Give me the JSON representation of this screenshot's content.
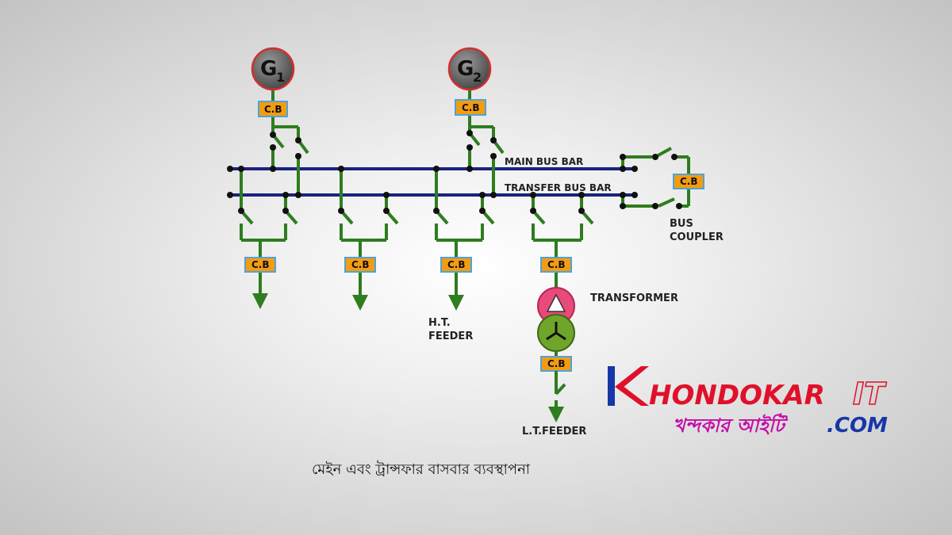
{
  "diagram": {
    "generators": [
      {
        "letter": "G",
        "index": "1"
      },
      {
        "letter": "G",
        "index": "2"
      }
    ],
    "breaker_label": "C.B",
    "main_bus_label": "MAIN BUS BAR",
    "transfer_bus_label": "TRANSFER BUS BAR",
    "bus_coupler_label": [
      "BUS",
      "COUPLER"
    ],
    "transformer_label": "TRANSFORMER",
    "ht_feeder_label": [
      "H.T.",
      "FEEDER"
    ],
    "lt_feeder_label": "L.T.FEEDER",
    "caption": "মেইন এবং ট্রান্সফার বাসবার ব্যবস্থাপনা"
  },
  "branding": {
    "logo_k": "K",
    "logo_text": "HONDOKAR",
    "logo_it": "IT",
    "logo_bangla": "খন্দকার আইটি",
    "logo_domain": ".COM"
  },
  "colors": {
    "wire": "#2e7d1e",
    "bus": "#1a237e",
    "breaker_fill": "#f39c12",
    "breaker_border": "#4fa3d9",
    "generator": "#6b6b6b",
    "generator_ring": "#d32f2f",
    "transformer_top": "#e84a7a",
    "transformer_bottom": "#6fa52a",
    "brand_red": "#e0102b",
    "brand_blue": "#1736a8",
    "brand_magenta": "#c40fa8"
  }
}
